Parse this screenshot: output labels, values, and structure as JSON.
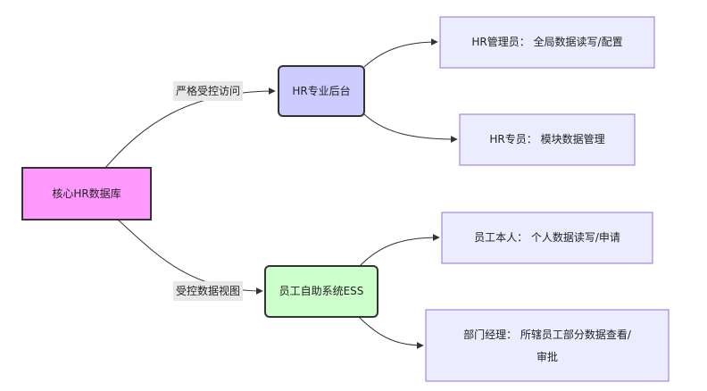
{
  "nodes": {
    "core_db": {
      "label": "核心HR数据库",
      "fill": "#ff99ff",
      "stroke": "#333333"
    },
    "hr_backend": {
      "label": "HR专业后台",
      "fill": "#ccccff",
      "stroke": "#333333"
    },
    "ess": {
      "label": "员工自助系统ESS",
      "fill": "#ccffcc",
      "stroke": "#333333"
    },
    "hr_admin": {
      "label": "HR管理员：  全局数据读写/配置",
      "fill": "#ececff",
      "stroke": "#9370db"
    },
    "hr_specialist": {
      "label": "HR专员：  模块数据管理",
      "fill": "#ececff",
      "stroke": "#9370db"
    },
    "employee": {
      "label": "员工本人：  个人数据读写/申请",
      "fill": "#ececff",
      "stroke": "#9370db"
    },
    "dept_manager": {
      "line1": "部门经理：  所辖员工部分数据查看/",
      "line2": "审批",
      "fill": "#ececff",
      "stroke": "#9370db"
    }
  },
  "edge_labels": {
    "strict_access": "严格受控访问",
    "controlled_view": "受控数据视图"
  },
  "edge_label_bg": "#e8e8e8"
}
